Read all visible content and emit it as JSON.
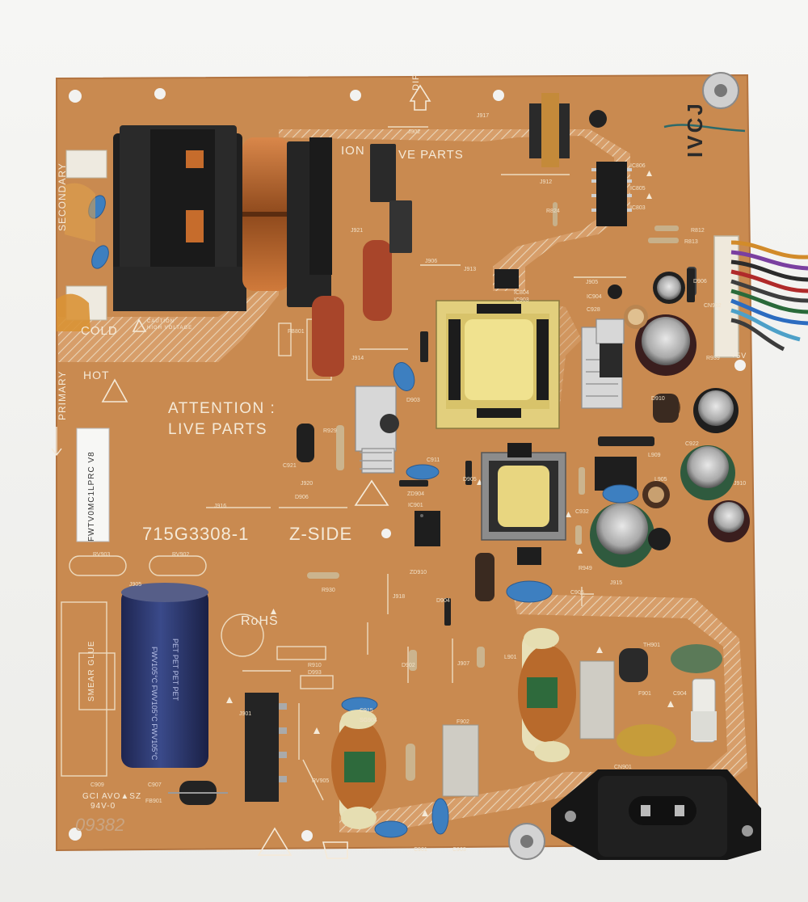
{
  "photo": {
    "board_labels": {
      "attention_line1": "ATTENTION :",
      "attention_line2": "LIVE PARTS",
      "model": "715G3308-1",
      "side": "Z-SIDE",
      "secondary": "SECONDARY",
      "primary": "PRIMARY",
      "cold": "COLD",
      "hot": "HOT",
      "part_number_sticker": "FWTV0MC1LPRC V8",
      "rohs": "RoHS",
      "smear_glue": "SMEAR GLUE",
      "gci": "GCI AVO▲SZ",
      "flammability": "94V-0",
      "batch": "09382",
      "handwritten_mark": "IVCJ",
      "plus5v": "+5V",
      "caution_line1": "CAUTION",
      "caution_line2": "HIGH VOLTAGE",
      "attention_top1": "ION",
      "attention_top2": "VE PARTS",
      "dip": "DIP"
    },
    "refs": [
      "J902",
      "J917",
      "J912",
      "R824",
      "IC806",
      "IC805",
      "IC803",
      "R812",
      "R813",
      "J921",
      "J906",
      "J913",
      "IC804",
      "IC903",
      "J905",
      "IC904",
      "C928",
      "D906",
      "CN902",
      "R939",
      "J914",
      "FB801",
      "C921",
      "R929",
      "J920",
      "D903",
      "C911",
      "ZD904",
      "D905",
      "IC901",
      "ZD910",
      "R930",
      "J916",
      "D906",
      "RV903",
      "RV902",
      "J905",
      "J918",
      "R910",
      "D993",
      "D904",
      "D902",
      "J907",
      "J915",
      "C905",
      "R949",
      "L901",
      "TH901",
      "F901",
      "C904",
      "C909",
      "C907",
      "FB901",
      "J901",
      "RV905",
      "SG904",
      "C915",
      "F902",
      "C901",
      "C903",
      "CN901",
      "L909",
      "D910",
      "L905",
      "C932",
      "C922",
      "J910"
    ],
    "colors": {
      "pcb": "#c98a50",
      "silkscreen": "#f5ead8",
      "hatch": "#e9d9c0",
      "transformer_core": "#262626",
      "copper_winding": "#b5652a",
      "film_capacitor": "#a8452a",
      "bulk_capacitor": "#2c3566",
      "yellow_tape": "#e6d27a",
      "ceramic_blue": "#3d7fc0",
      "electrolytic_green": "#2f5a3e"
    }
  }
}
